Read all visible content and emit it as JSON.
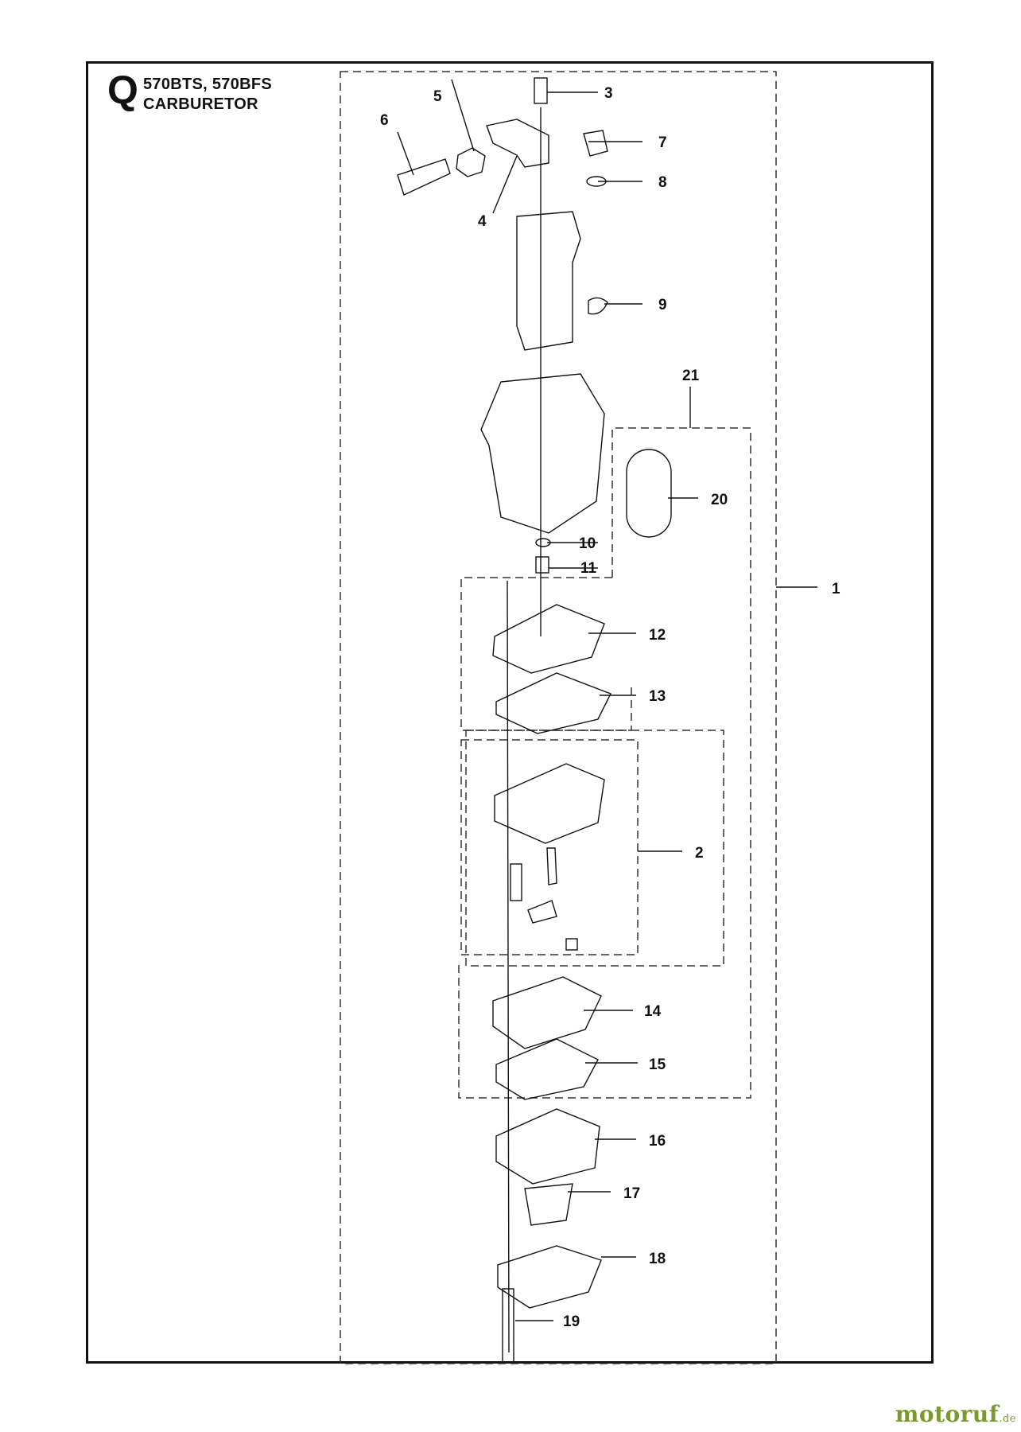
{
  "header": {
    "section_letter": "Q",
    "models": "570BTS, 570BFS",
    "title": "CARBURETOR"
  },
  "callouts": [
    "1",
    "2",
    "3",
    "4",
    "5",
    "6",
    "7",
    "8",
    "9",
    "10",
    "11",
    "12",
    "13",
    "14",
    "15",
    "16",
    "17",
    "18",
    "19",
    "20",
    "21"
  ],
  "watermark": {
    "brand": "motoruf",
    "tld": ".de"
  }
}
